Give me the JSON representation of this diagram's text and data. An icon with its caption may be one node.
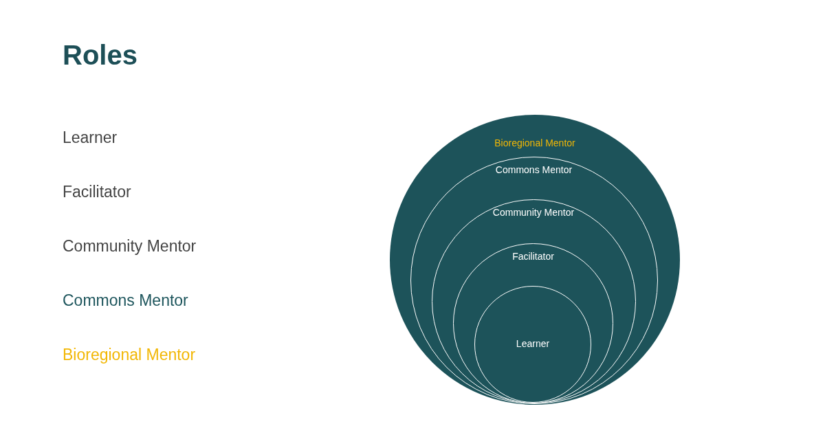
{
  "diagram": {
    "title": "Roles",
    "nodes": [
      {
        "text": [
          "Bioregional Mentor"
        ]
      },
      {
        "text": [
          "Commons Mentor"
        ],
        "in": 0
      },
      {
        "text": [
          "Community Mentor"
        ],
        "in": 1
      },
      {
        "text": [
          "Facilitator"
        ],
        "in": 2
      },
      {
        "text": [
          "Learner"
        ],
        "in": 3
      }
    ],
    "labels": [
      "Learner",
      "Facilitator",
      "Community Mentor",
      "Commons Mentor",
      "Bioregional Mentor"
    ]
  }
}
